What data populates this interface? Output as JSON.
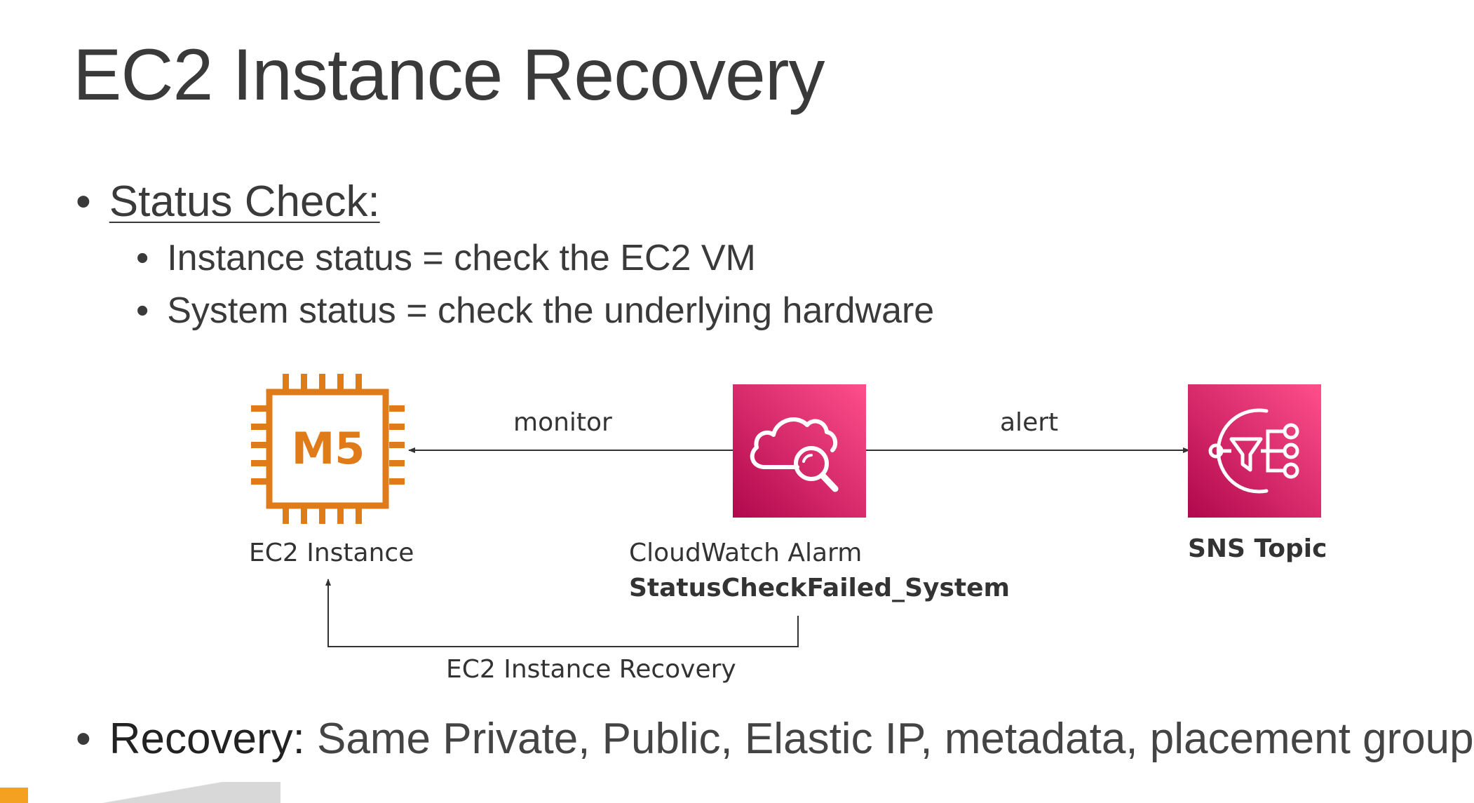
{
  "title": "EC2 Instance Recovery",
  "bullets": {
    "status_check": "Status Check:",
    "instance_status": "Instance status = check the EC2 VM",
    "system_status": "System status = check the underlying hardware",
    "recovery_label": "Recovery:",
    "recovery_text": " Same Private, Public, Elastic IP, metadata, placement group"
  },
  "diagram": {
    "ec2_chip_text": "M5",
    "ec2_label": "EC2 Instance",
    "cloudwatch_label": "CloudWatch Alarm",
    "alarm_name": "StatusCheckFailed_System",
    "sns_label": "SNS Topic",
    "edge_monitor": "monitor",
    "edge_alert": "alert",
    "edge_recovery": "EC2 Instance Recovery"
  },
  "colors": {
    "ec2_orange": "#e07b1a",
    "pink_dark": "#b0084d",
    "pink_light": "#ff4f8b"
  },
  "icons": [
    "ec2-instance-icon",
    "cloudwatch-alarm-icon",
    "sns-topic-icon"
  ]
}
